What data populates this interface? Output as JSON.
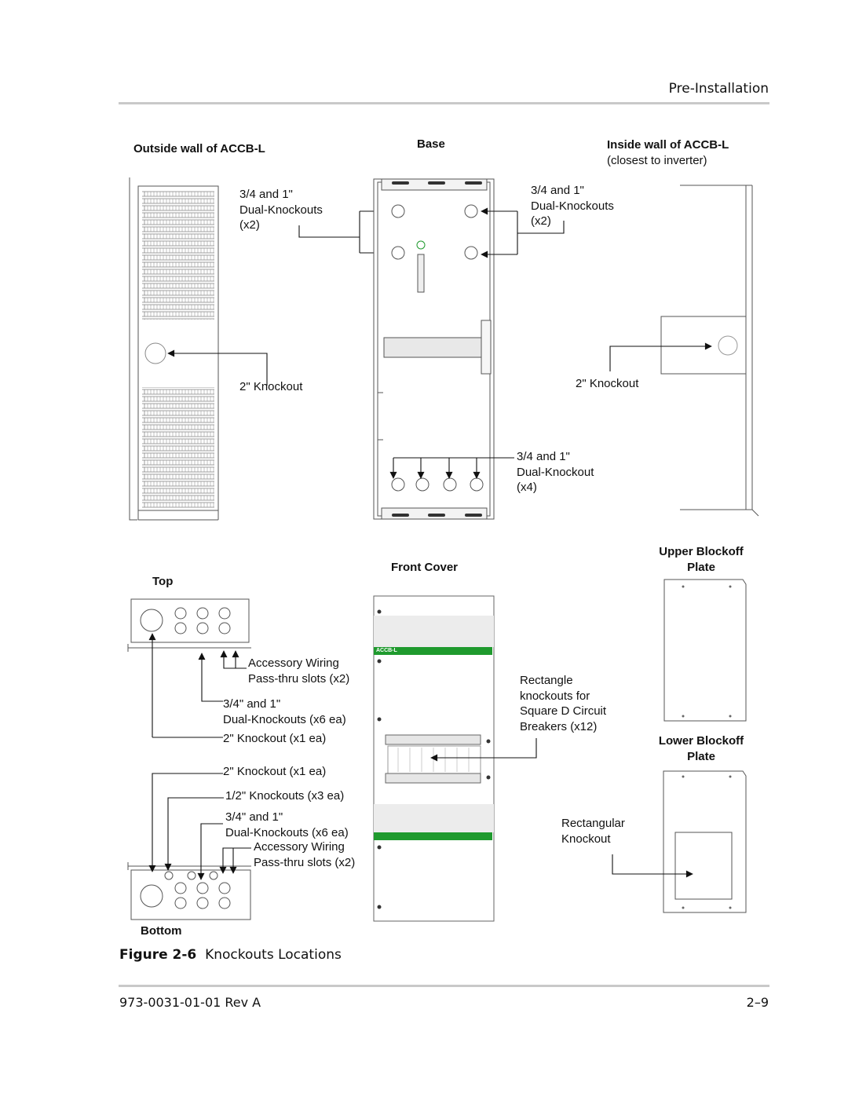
{
  "header": {
    "section": "Pre-Installation"
  },
  "panels": {
    "outside_wall": {
      "title": "Outside wall of ACCB-L",
      "dual_knockouts": "3/4 and 1\"\nDual-Knockouts\n(x2)",
      "knockout_2in": "2\" Knockout"
    },
    "base": {
      "title": "Base",
      "bottom_knockouts": "3/4 and 1\"\nDual-Knockout\n(x4)"
    },
    "inside_wall": {
      "title": "Inside wall of ACCB-L",
      "subtitle": "(closest to inverter)",
      "dual_knockouts": "3/4 and 1\"\nDual-Knockouts\n(x2)",
      "knockout_2in": "2\" Knockout"
    },
    "top": {
      "title": "Top",
      "pass_thru": "Accessory Wiring\nPass-thru slots (x2)",
      "dual_knockouts": "3/4\" and 1\"\nDual-Knockouts (x6 ea)",
      "knockout_2in": "2\" Knockout (x1 ea)"
    },
    "bottom": {
      "title": "Bottom",
      "knockout_2in": "2\" Knockout (x1 ea)",
      "half_knockouts": "1/2\" Knockouts (x3 ea)",
      "dual_knockouts": "3/4\" and 1\"\nDual-Knockouts (x6 ea)",
      "pass_thru": "Accessory Wiring\nPass-thru slots (x2)"
    },
    "front_cover": {
      "title": "Front Cover",
      "brand": "ACCB-L",
      "rect_knockouts": "Rectangle\nknockouts for\nSquare D Circuit\nBreakers (x12)"
    },
    "upper_blockoff": {
      "title": "Upper Blockoff\nPlate"
    },
    "lower_blockoff": {
      "title": "Lower Blockoff\nPlate",
      "rect_knockout": "Rectangular\nKnockout"
    }
  },
  "caption": {
    "label": "Figure 2-6",
    "text": "Knockouts Locations"
  },
  "footer": {
    "doc_number": "973-0031-01-01 Rev A",
    "page": "2–9"
  },
  "colors": {
    "rule": "#c9c9c9",
    "accent_green": "#1f9a2e",
    "line": "#111111"
  }
}
